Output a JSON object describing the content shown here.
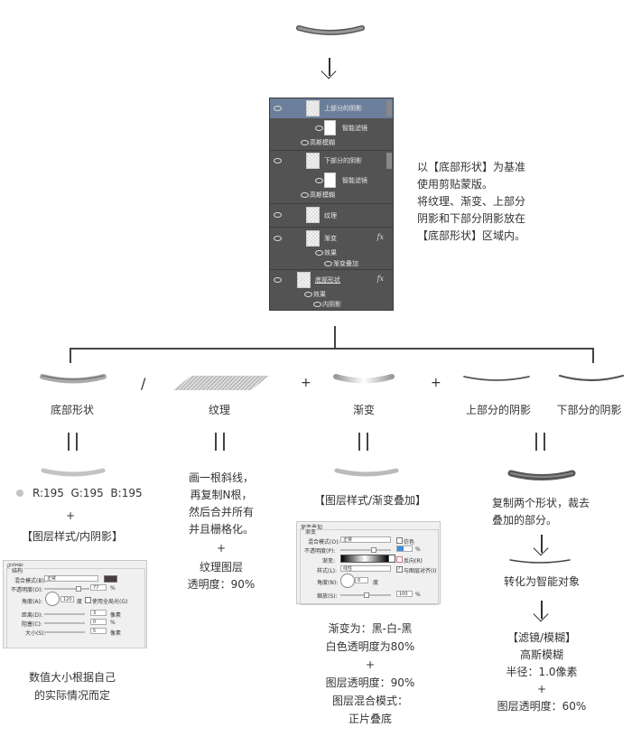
{
  "top": {
    "description_lines": [
      "以【底部形状】为基准",
      "使用剪贴蒙版。",
      "将纹理、渐变、上部分",
      "阴影和下部分阴影放在",
      "【底部形状】区域内。"
    ]
  },
  "layers_panel": {
    "layers": [
      {
        "name": "上部分的阴影",
        "selected": true,
        "smart_filter": "智能滤镜",
        "filter": "高斯模糊"
      },
      {
        "name": "下部分的阴影",
        "selected": false,
        "smart_filter": "智能滤镜",
        "filter": "高斯模糊"
      },
      {
        "name": "纹理"
      },
      {
        "name": "渐变",
        "fx": "fx",
        "effects_label": "效果",
        "effect": "渐变叠加"
      },
      {
        "name": "底部形状",
        "fx": "fx",
        "effects_label": "效果",
        "effect": "内阴影"
      }
    ]
  },
  "components": {
    "base_shape": "底部形状",
    "texture": "纹理",
    "gradient": "渐变",
    "upper_shadow": "上部分的阴影",
    "lower_shadow": "下部分的阴影",
    "op_slash": "/",
    "op_plus1": "+",
    "op_plus2": "+"
  },
  "col1": {
    "rgb": "R:195  G:195  B:195",
    "swatch_color": "#c3c3c3",
    "plus": "+",
    "style_label": "【图层样式/内阴影】",
    "dialog": {
      "title": "内阴影",
      "group": "结构",
      "blend_mode_label": "混合模式(B):",
      "blend_mode_value": "正常",
      "shadow_color": "#4a3c3e",
      "opacity_label": "不透明度(O):",
      "opacity_value": "77",
      "opacity_unit": "%",
      "angle_label": "角度(A):",
      "angle_value": "120",
      "angle_unit": "度",
      "global_light_label": "使用全局光(G)",
      "distance_label": "距离(D):",
      "distance_value": "3",
      "distance_unit": "像素",
      "choke_label": "阻塞(C):",
      "choke_value": "0",
      "choke_unit": "%",
      "size_label": "大小(S):",
      "size_value": "5",
      "size_unit": "像素"
    },
    "note_lines": [
      "数值大小根据自己",
      "的实际情况而定"
    ]
  },
  "col2": {
    "lines": [
      "画一根斜线，",
      "再复制N根，",
      "然后合并所有",
      "并且栅格化。"
    ],
    "plus": "+",
    "layer_label": "纹理图层",
    "opacity": "透明度：90%"
  },
  "col3": {
    "style_label": "【图层样式/渐变叠加】",
    "dialog": {
      "title": "渐变叠加",
      "group": "渐变",
      "blend_mode_label": "混合模式(O):",
      "blend_mode_value": "正常",
      "dither_label": "仿色",
      "opacity_label": "不透明度(P):",
      "opacity_value": "",
      "opacity_unit": "%",
      "gradient_label": "渐变:",
      "reverse_label": "反向(R)",
      "style_label": "样式(L):",
      "style_value": "线性",
      "align_label": "与图层对齐(I)",
      "angle_label": "角度(N):",
      "angle_value": "0",
      "angle_unit": "度",
      "scale_label": "缩放(S):",
      "scale_value": "100",
      "scale_unit": "%"
    },
    "lines": [
      "渐变为：黑-白-黑",
      "白色透明度为80%"
    ],
    "plus": "+",
    "opacity": "图层透明度：90%",
    "blend_lines": [
      "图层混合模式：",
      "正片叠底"
    ]
  },
  "col4": {
    "lines": [
      "复制两个形状，裁去",
      "叠加的部分。"
    ],
    "smart_object": "转化为智能对象",
    "filter_label": "【滤镜/模糊】",
    "gaussian": "高斯模糊",
    "radius": "半径：1.0像素",
    "plus": "+",
    "opacity": "图层透明度：60%"
  }
}
